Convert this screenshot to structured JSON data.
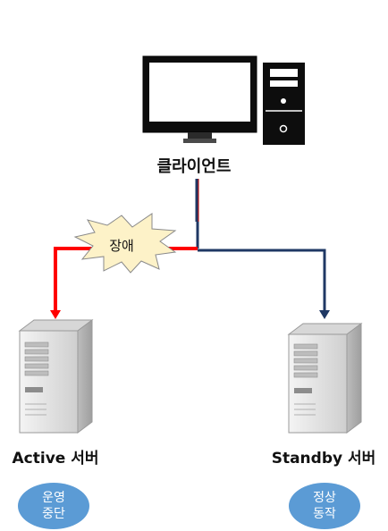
{
  "client": {
    "label": "클라이언트"
  },
  "fault": {
    "label": "장애"
  },
  "active_server": {
    "label": "Active 서버",
    "status_line1": "운영",
    "status_line2": "중단",
    "link_color": "#ff0000"
  },
  "standby_server": {
    "label": "Standby 서버",
    "status_line1": "정상",
    "status_line2": "동작",
    "link_color": "#1f3864"
  },
  "colors": {
    "badge": "#5b9bd5",
    "burst_fill": "#fdf2c8",
    "server_body": "#e2e2e2"
  }
}
